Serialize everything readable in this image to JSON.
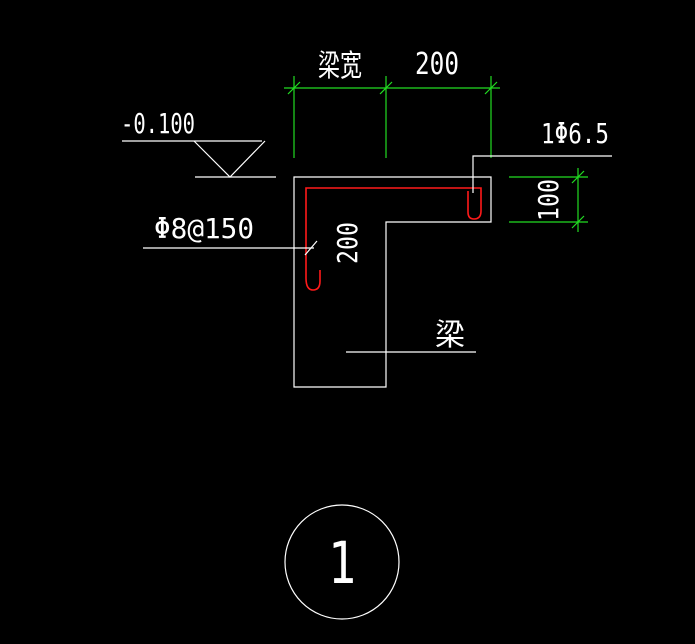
{
  "drawing": {
    "dimension_top_label": "梁宽",
    "dimension_top_value": "200",
    "elevation": "-0.100",
    "stirrup_label": "Φ8@150",
    "bar_label": "1Φ6.5",
    "vertical_dim_right": "100",
    "vertical_dim_inner": "200",
    "beam_label": "梁",
    "detail_number": "1"
  },
  "colors": {
    "background": "#000000",
    "outline": "#ffffff",
    "dimension": "#22dd22",
    "rebar": "#ff1a1a"
  }
}
